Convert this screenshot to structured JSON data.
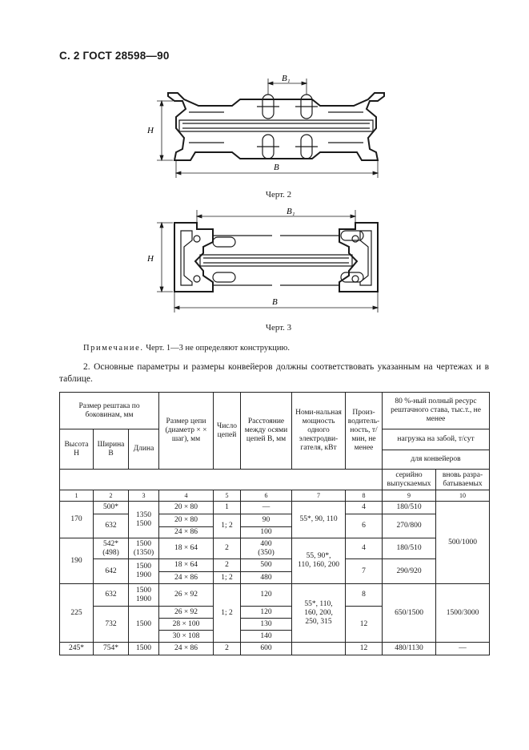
{
  "header": {
    "text": "С. 2 ГОСТ 28598—90"
  },
  "figures": {
    "fig2": {
      "caption": "Черт. 2",
      "dim_b1": "B₁",
      "dim_h": "H",
      "dim_b": "B"
    },
    "fig3": {
      "caption": "Черт. 3",
      "dim_b1": "B₁",
      "dim_h": "H",
      "dim_b": "B"
    }
  },
  "note": {
    "label": "Примечание.",
    "text": " Черт. 1—3 не определяют конструкцию."
  },
  "paragraph": {
    "text": "2. Основные параметры и размеры конвейеров должны соответствовать указанным на чертежах и в таблице."
  },
  "table": {
    "headers": {
      "grate_size": "Размер рештака по боковинам, мм",
      "height": "Высота H",
      "width": "Ширина B",
      "length": "Длина",
      "chain_size": "Размер цепи (диаметр × × шаг), мм",
      "chain_count": "Число цепей",
      "chain_distance": "Расстояние между осями цепей B, мм",
      "power": "Номи-нальная мощность одного электродви-гателя, кВт",
      "productivity": "Произ-водитель-ность, т/мин, не менее",
      "resource": "80 %-ный полный ресурс рештачного става, тыс.т., не менее",
      "load": "нагрузка на забой, т/сут",
      "for_conveyors": "для конвейеров",
      "serial": "серийно выпускаемых",
      "new": "вновь разра-батываемых"
    },
    "col_numbers": [
      "1",
      "2",
      "3",
      "4",
      "5",
      "6",
      "7",
      "8",
      "9",
      "10"
    ],
    "groups": {
      "g170": {
        "height": "170",
        "w1": "500*",
        "w2": "632",
        "length": "1350\n1500",
        "chains": [
          "20 × 80",
          "20 × 80",
          "24 × 86"
        ],
        "count1": "1",
        "count23": "1; 2",
        "dist": [
          "—",
          "90",
          "100"
        ],
        "power": "55*, 90, 110",
        "prod1": "4",
        "prod2": "6",
        "serial1": "180/510",
        "serial2": "270/800",
        "new": "500/1000"
      },
      "g190": {
        "height": "190",
        "w1": "542*\n(498)",
        "w2": "642",
        "len1": "1500\n(1350)",
        "len2": "1500\n1900",
        "chains": [
          "18 × 64",
          "18 × 64",
          "24 × 86"
        ],
        "count1": "2",
        "count2": "2",
        "count3": "1; 2",
        "dist": [
          "400\n(350)",
          "500",
          "480"
        ],
        "power": "55, 90*,\n110, 160, 200",
        "prod1": "4",
        "prod2": "7",
        "serial1": "180/510",
        "serial2": "290/920"
      },
      "g225": {
        "height": "225",
        "w1": "632",
        "w2": "732",
        "len1": "1500\n1900",
        "len2": "1500",
        "chains": [
          "26 × 92",
          "26 × 92",
          "28 × 100",
          "30 × 108"
        ],
        "count": "1; 2",
        "dist": [
          "120",
          "120",
          "130",
          "140"
        ],
        "power": "55*, 110,\n160, 200,\n250, 315",
        "prod1": "8",
        "prod2": "12",
        "serial": "650/1500",
        "new": "1500/3000"
      },
      "g245": {
        "height": "245*",
        "width": "754*",
        "length": "1500",
        "chain": "24 × 86",
        "count": "2",
        "dist": "600",
        "prod": "12",
        "serial": "480/1130",
        "new": "—"
      }
    }
  }
}
